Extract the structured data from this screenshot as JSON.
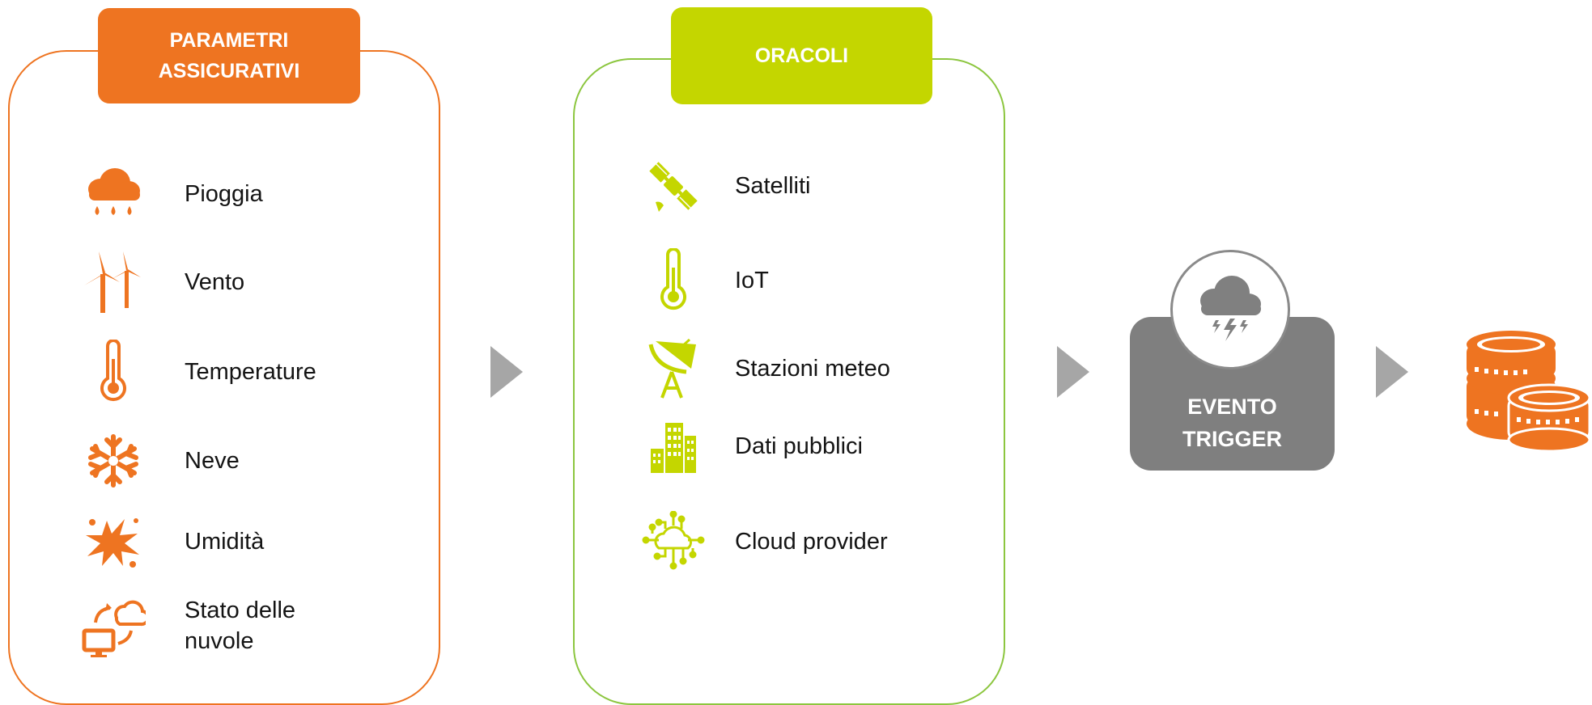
{
  "colors": {
    "orange": "#ee7421",
    "lime": "#c4d600",
    "green_border": "#8cc63f",
    "grey": "#7f7f7f",
    "arrow_grey": "#a6a6a6"
  },
  "parametri": {
    "title_line1": "PARAMETRI",
    "title_line2": "ASSICURATIVI",
    "items": [
      {
        "label": "Pioggia",
        "icon": "rain-cloud-icon"
      },
      {
        "label": "Vento",
        "icon": "wind-turbine-icon"
      },
      {
        "label": "Temperature",
        "icon": "thermometer-icon"
      },
      {
        "label": "Neve",
        "icon": "snowflake-icon"
      },
      {
        "label": "Umidità",
        "icon": "splash-icon"
      },
      {
        "label_line1": "Stato delle",
        "label_line2": "nuvole",
        "icon": "cloud-monitor-icon"
      }
    ]
  },
  "oracoli": {
    "title": "ORACOLI",
    "items": [
      {
        "label": "Satelliti",
        "icon": "satellite-icon"
      },
      {
        "label": "IoT",
        "icon": "thermometer-icon"
      },
      {
        "label": "Stazioni meteo",
        "icon": "satellite-dish-icon"
      },
      {
        "label": "Dati pubblici",
        "icon": "buildings-icon"
      },
      {
        "label": "Cloud provider",
        "icon": "cloud-network-icon"
      }
    ]
  },
  "trigger": {
    "line1": "EVENTO",
    "line2": "TRIGGER",
    "icon": "storm-cloud-icon"
  },
  "payout": {
    "icon": "coins-icon"
  }
}
